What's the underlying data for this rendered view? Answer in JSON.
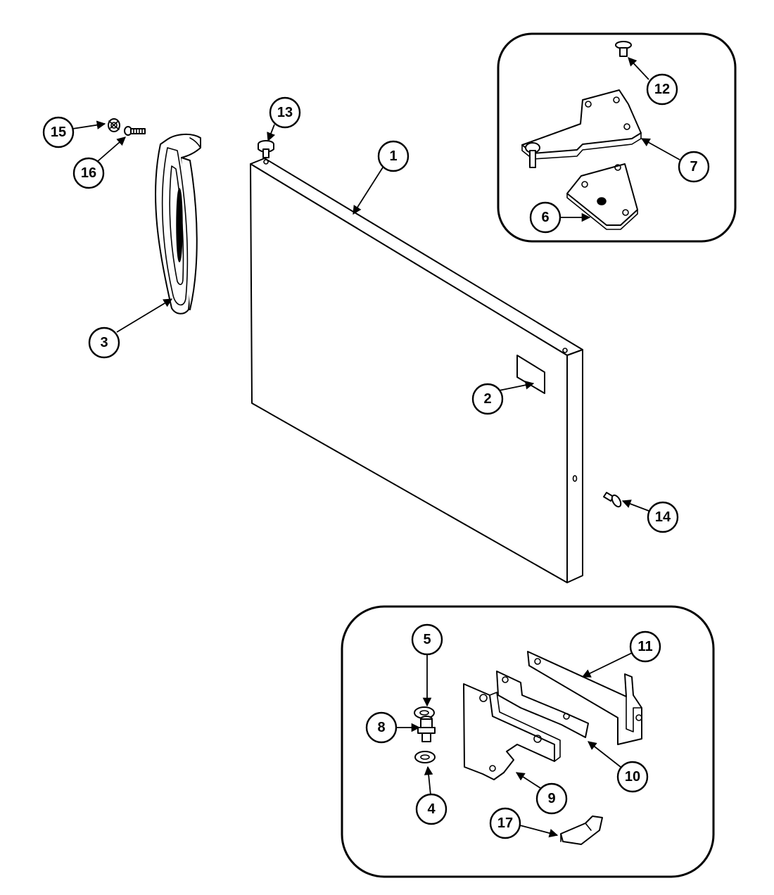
{
  "callouts": [
    {
      "id": "c1",
      "label": "1"
    },
    {
      "id": "c2",
      "label": "2"
    },
    {
      "id": "c3",
      "label": "3"
    },
    {
      "id": "c4",
      "label": "4"
    },
    {
      "id": "c5",
      "label": "5"
    },
    {
      "id": "c6",
      "label": "6"
    },
    {
      "id": "c7",
      "label": "7"
    },
    {
      "id": "c8",
      "label": "8"
    },
    {
      "id": "c9",
      "label": "9"
    },
    {
      "id": "c10",
      "label": "10"
    },
    {
      "id": "c11",
      "label": "11"
    },
    {
      "id": "c12",
      "label": "12"
    },
    {
      "id": "c13",
      "label": "13"
    },
    {
      "id": "c14",
      "label": "14"
    },
    {
      "id": "c15",
      "label": "15"
    },
    {
      "id": "c16",
      "label": "16"
    },
    {
      "id": "c17",
      "label": "17"
    }
  ],
  "colors": {
    "line": "#000000",
    "background": "#ffffff"
  }
}
